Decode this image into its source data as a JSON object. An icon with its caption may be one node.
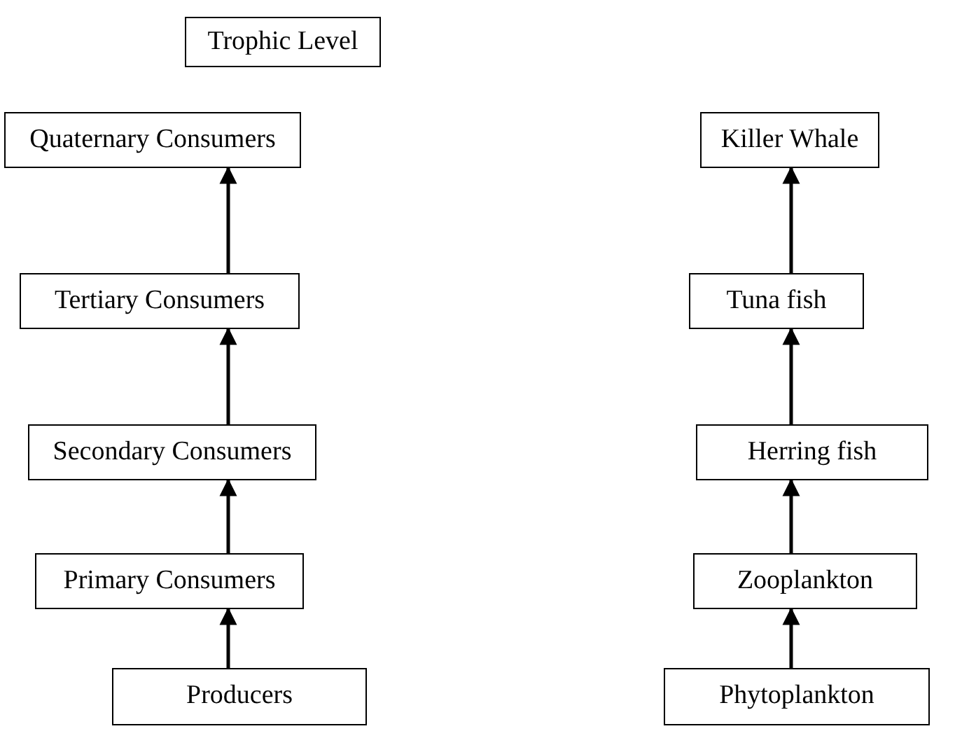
{
  "diagram": {
    "title": "Trophic Level",
    "nodes": [
      {
        "text": [
          "Quaternary Consumers"
        ]
      },
      {
        "text": [
          "Tertiary Consumers"
        ]
      },
      {
        "text": [
          "Secondary Consumers"
        ]
      },
      {
        "text": [
          "Primary Consumers"
        ]
      },
      {
        "text": [
          "Producers"
        ]
      },
      {
        "text": [
          "Killer Whale"
        ]
      },
      {
        "text": [
          "Tuna fish"
        ]
      },
      {
        "text": [
          "Herring fish"
        ]
      },
      {
        "text": [
          "Zooplankton"
        ]
      },
      {
        "text": [
          "Phytoplankton"
        ]
      }
    ],
    "edges": [
      {
        "from": 4,
        "to": 3,
        "arrow": "to"
      },
      {
        "from": 3,
        "to": 2,
        "arrow": "to"
      },
      {
        "from": 2,
        "to": 1,
        "arrow": "to"
      },
      {
        "from": 1,
        "to": 0,
        "arrow": "to"
      },
      {
        "from": 9,
        "to": 8,
        "arrow": "to"
      },
      {
        "from": 8,
        "to": 7,
        "arrow": "to"
      },
      {
        "from": 7,
        "to": 6,
        "arrow": "to"
      },
      {
        "from": 6,
        "to": 5,
        "arrow": "to"
      }
    ]
  }
}
